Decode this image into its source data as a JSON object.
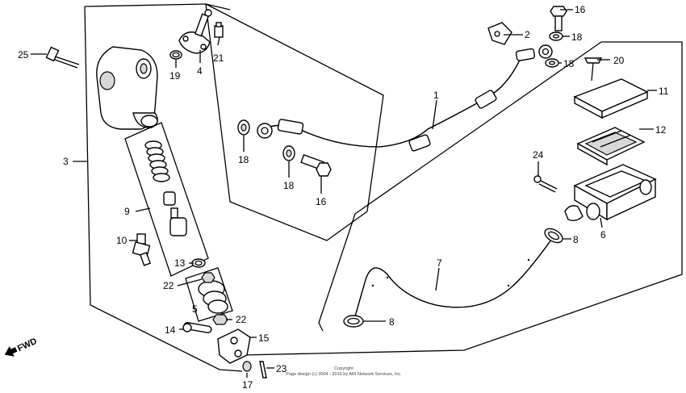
{
  "callouts": {
    "c1": "1",
    "c2": "2",
    "c3": "3",
    "c4": "4",
    "c5": "5",
    "c6": "6",
    "c7": "7",
    "c8a": "8",
    "c8b": "8",
    "c9": "9",
    "c10": "10",
    "c11": "11",
    "c12": "12",
    "c13": "13",
    "c14": "14",
    "c15": "15",
    "c16a": "16",
    "c16b": "16",
    "c17": "17",
    "c18a": "18",
    "c18b": "18",
    "c18c": "18",
    "c18d": "18",
    "c19": "19",
    "c20": "20",
    "c21": "21",
    "c22a": "22",
    "c22b": "22",
    "c23": "23",
    "c24": "24",
    "c25": "25"
  },
  "fwd_label": "FWD",
  "copyright": {
    "line1": "Copyright",
    "line2": "Page design (c) 2004 - 2016 by ARI Network Services, Inc."
  }
}
